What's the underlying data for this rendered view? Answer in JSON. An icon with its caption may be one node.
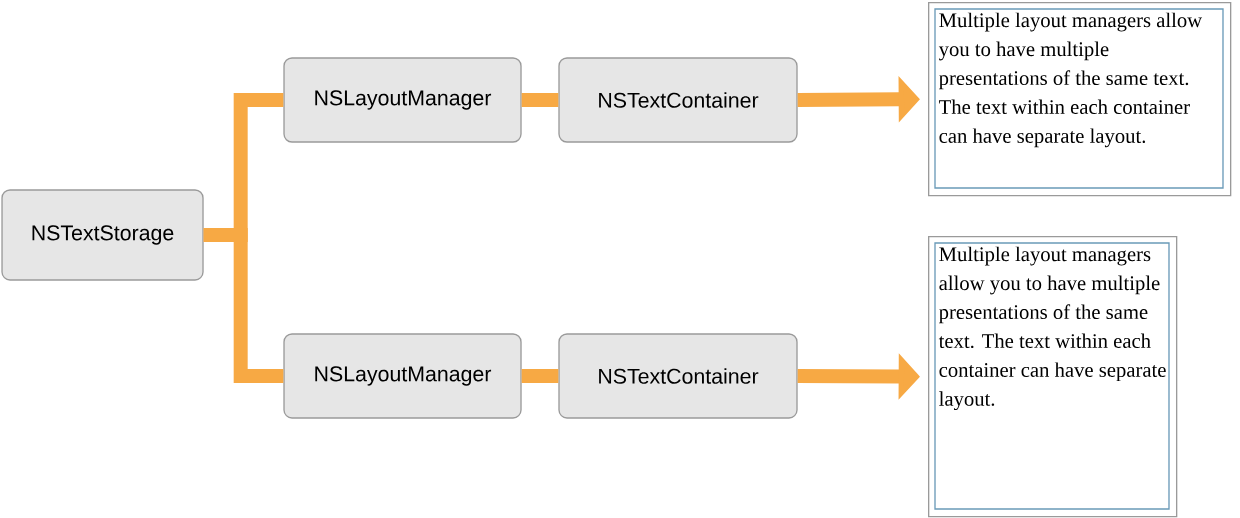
{
  "diagram": {
    "nodes": [
      {
        "text": [
          "NSTextStorage"
        ]
      },
      {
        "text": [
          "NSLayoutManager"
        ]
      },
      {
        "text": [
          "NSTextContainer"
        ]
      },
      {
        "text": [
          "Multiple layout managers allow you to have multiple presentations of the same text. The text within each container can have separate layout."
        ]
      },
      {
        "text": [
          "NSLayoutManager"
        ]
      },
      {
        "text": [
          "NSTextContainer"
        ]
      },
      {
        "text": [
          "Multiple layout managers allow you to have multiple presentations of the same text. The text within each container can have separate layout."
        ]
      }
    ],
    "edges": [
      {
        "from": 0,
        "to": 1,
        "arrow": "none"
      },
      {
        "from": 0,
        "to": 4,
        "arrow": "none"
      },
      {
        "from": 1,
        "to": 2,
        "arrow": "none"
      },
      {
        "from": 4,
        "to": 5,
        "arrow": "none"
      },
      {
        "from": 2,
        "to": 3,
        "arrow": "to"
      },
      {
        "from": 5,
        "to": 6,
        "arrow": "to"
      }
    ]
  }
}
